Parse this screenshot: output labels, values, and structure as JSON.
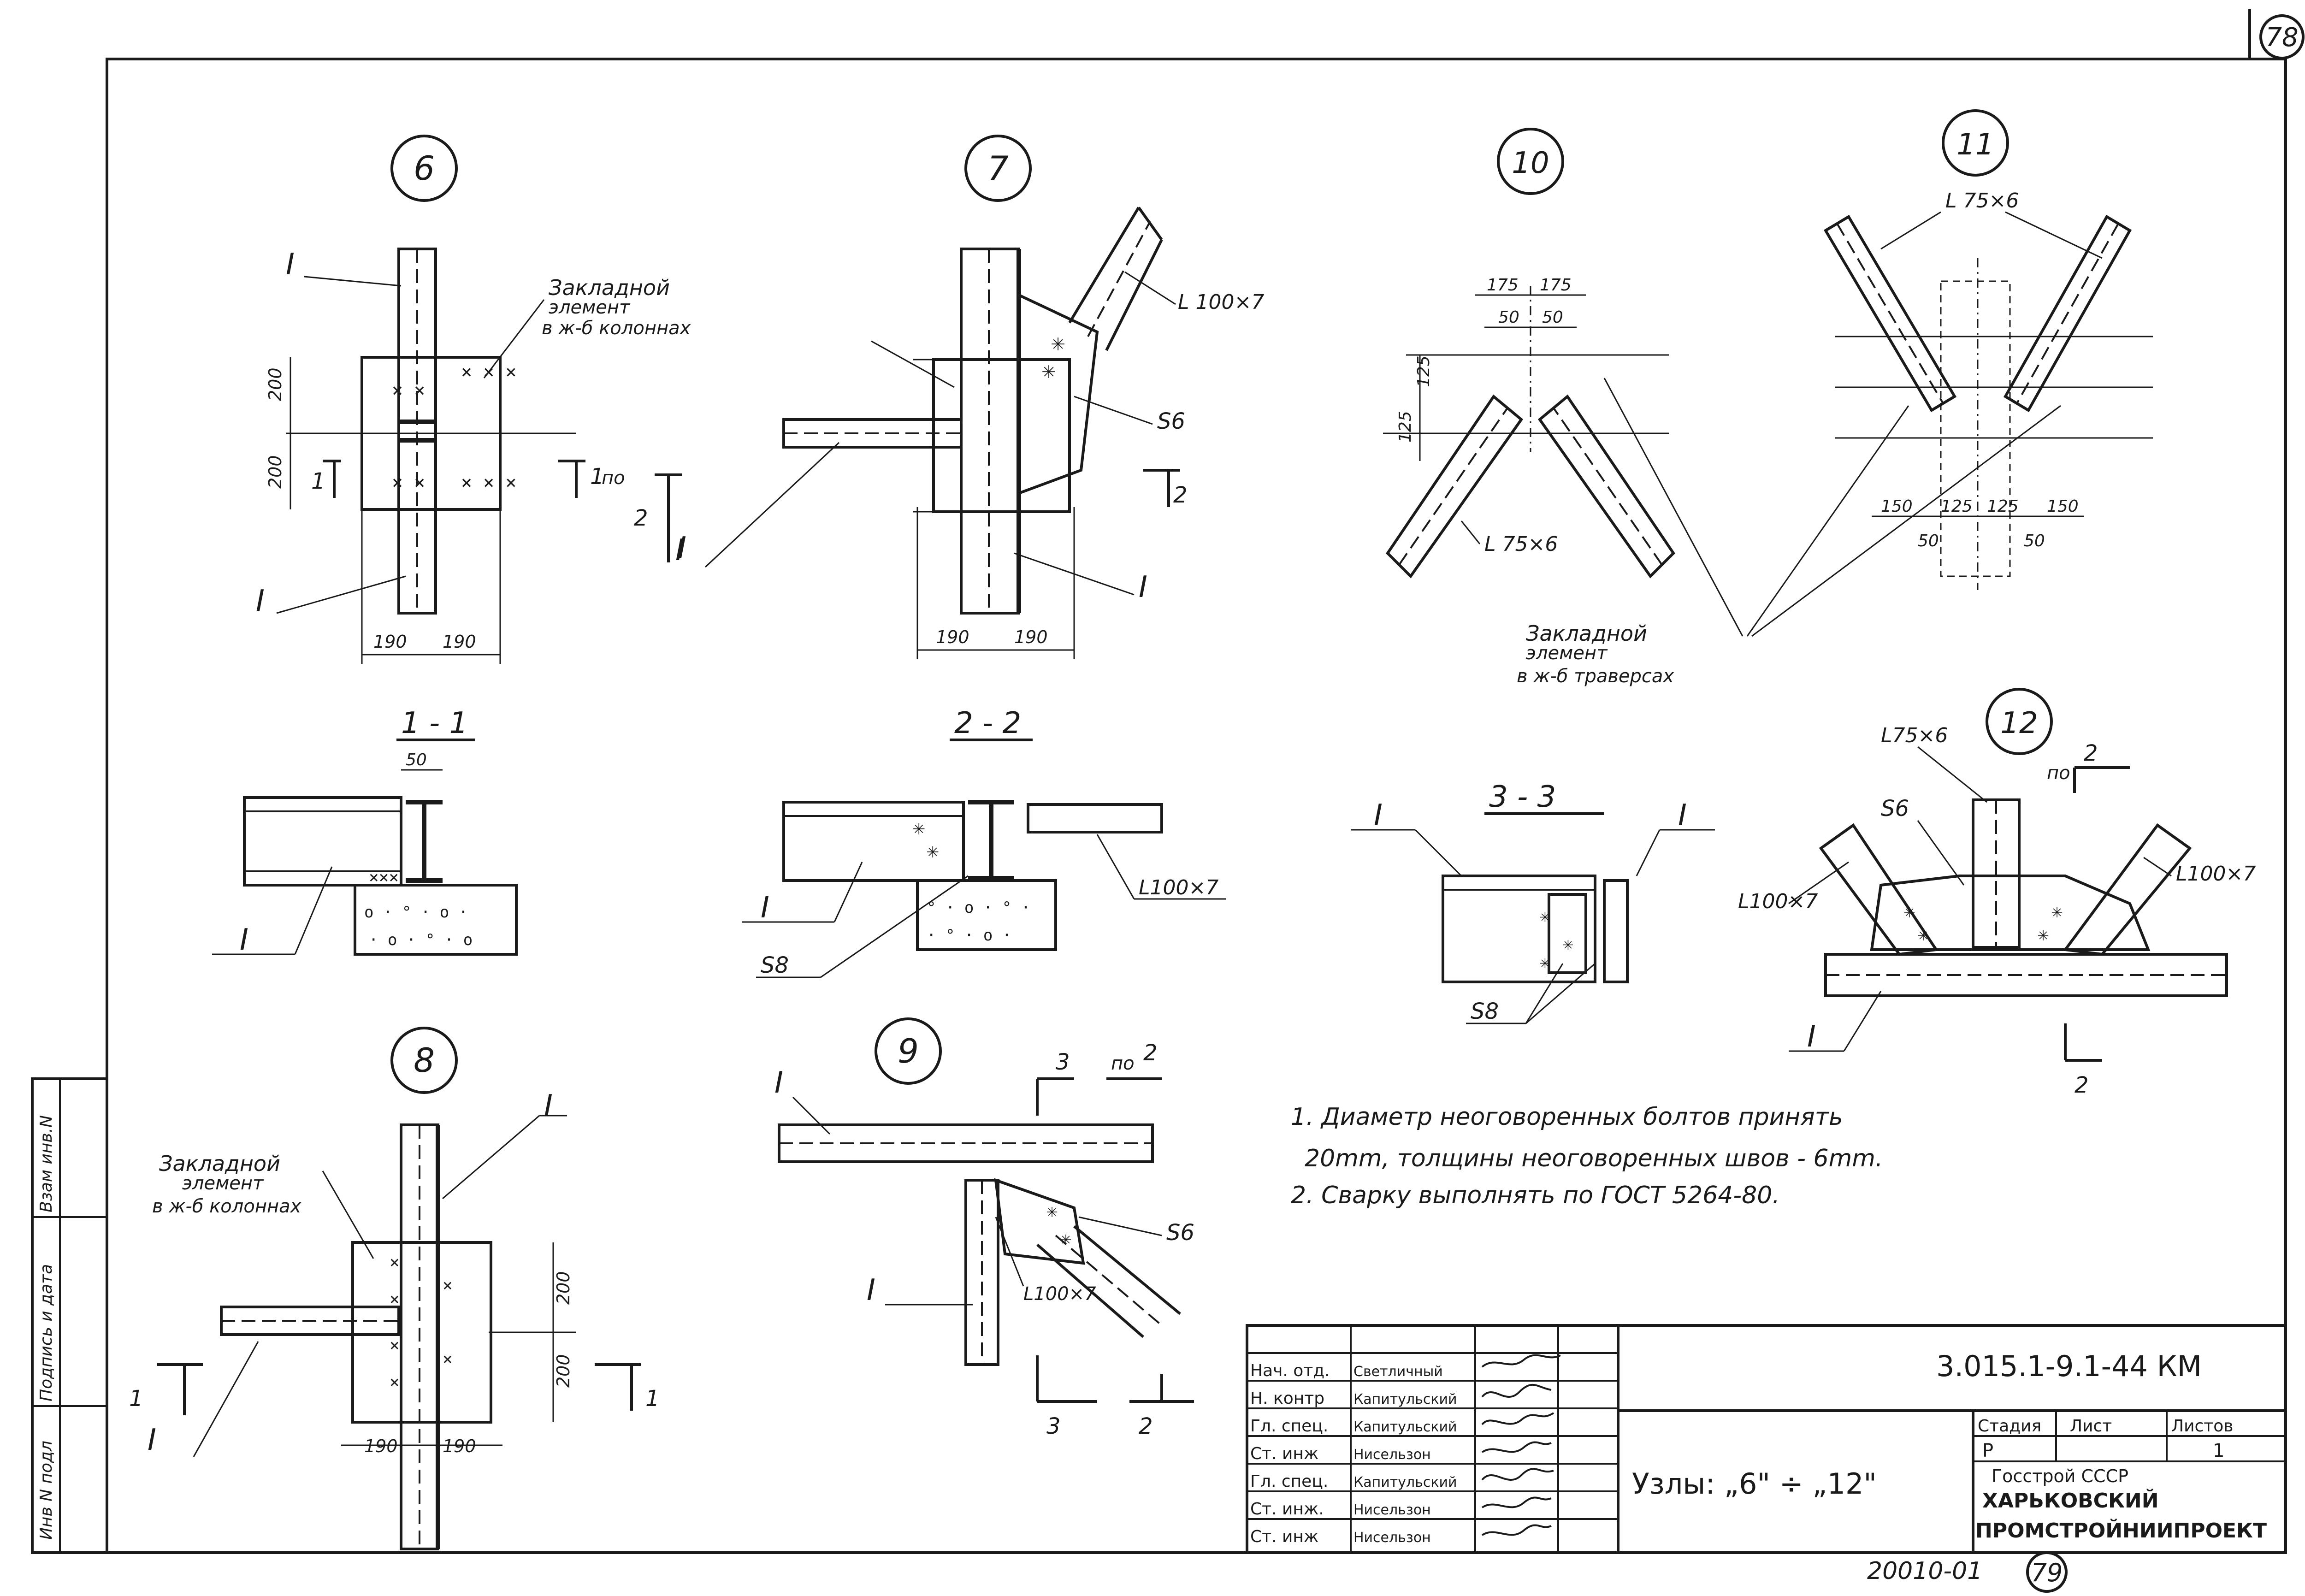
{
  "page": {
    "sheet_number_top": "78",
    "sheet_number_bottom": "79",
    "inventory_code": "20010-01"
  },
  "side_stamp": {
    "fields": [
      "Инв N подл",
      "Подпись и дата",
      "Взам инв.N"
    ]
  },
  "nodes": {
    "n6": {
      "id": "6",
      "beam_mark_top": "I",
      "beam_mark_bottom": "I",
      "embedded_label": [
        "Закладной",
        "элемент",
        "в ж-б колоннах"
      ],
      "dims": [
        "200",
        "200",
        "190",
        "190"
      ],
      "section_ref": "1",
      "section_ref_by": "по",
      "section_ref_num": "2",
      "section_ref_left": "1",
      "section_ref_mark": "I"
    },
    "n7": {
      "id": "7",
      "profile": "L 100×7",
      "plate": "S6",
      "beam_mark": "I",
      "column_mark": "I",
      "dims": [
        "190",
        "190"
      ],
      "section_ref": "2"
    },
    "n10": {
      "id": "10",
      "dims": [
        "175",
        "175",
        "50",
        "50",
        "125",
        "125"
      ],
      "profile": "L 75×6"
    },
    "n11": {
      "id": "11",
      "profile": "L 75×6",
      "dims": [
        "150",
        "125",
        "125",
        "150",
        "50",
        "50"
      ]
    },
    "n12": {
      "id": "12",
      "profile_top": "L75×6",
      "plate": "S6",
      "profile_left": "L100×7",
      "profile_right": "L100×7",
      "beam_mark": "I",
      "section_ref": "2",
      "section_ref_by": "по",
      "section_ref_num": "2"
    },
    "n8": {
      "id": "8",
      "beam_mark": "I",
      "embedded_label": [
        "Закладной",
        "элемент",
        "в ж-б колоннах"
      ],
      "dims": [
        "200",
        "200",
        "190",
        "190"
      ],
      "section_ref": "1",
      "section_ref_left": "1",
      "section_ref_mark": "I"
    },
    "n9": {
      "id": "9",
      "beam_mark": "I",
      "column_mark": "I",
      "plate": "S6",
      "profile": "L100×7",
      "section_ref_3": "3",
      "section_ref_by": "по",
      "section_ref_num": "2",
      "section_ref_2": "2"
    }
  },
  "embedded_traverse_label": [
    "Закладной",
    "элемент",
    "в ж-б траверсах"
  ],
  "sections": {
    "s11": {
      "title": "1 - 1",
      "dim": "50",
      "beam_mark": "I"
    },
    "s22": {
      "title": "2 - 2",
      "profile": "L100×7",
      "beam_mark": "I",
      "plate": "S8"
    },
    "s33": {
      "title": "3 - 3",
      "mark_left": "I",
      "mark_right": "I",
      "plate": "S8"
    }
  },
  "notes": [
    "1. Диаметр неоговоренных болтов принять",
    "20mm, толщины неоговоренных швов - 6mm.",
    "2. Сварку выполнять по ГОСТ 5264-80."
  ],
  "title_block": {
    "doc_code": "3.015.1-9.1-44 КМ",
    "roles": [
      "Нач. отд.",
      "Н. контр",
      "Гл. спец.",
      "Ст. инж",
      "Гл. спец.",
      "Ст. инж.",
      "Ст. инж"
    ],
    "names": [
      "Светличный",
      "Капитульский",
      "Капитульский",
      "Нисельзон",
      "Капитульский",
      "Нисельзон",
      "Нисельзон"
    ],
    "sheet_title": "Узлы: „6\" ÷ „12\"",
    "stage_label": "Стадия",
    "sheet_label": "Лист",
    "sheets_label": "Листов",
    "stage": "Р",
    "sheets": "1",
    "org_line1": "Госстрой СССР",
    "org_line2": "ХАРЬКОВСКИЙ",
    "org_line3": "ПРОМСТРОЙНИИПРОЕКТ"
  }
}
